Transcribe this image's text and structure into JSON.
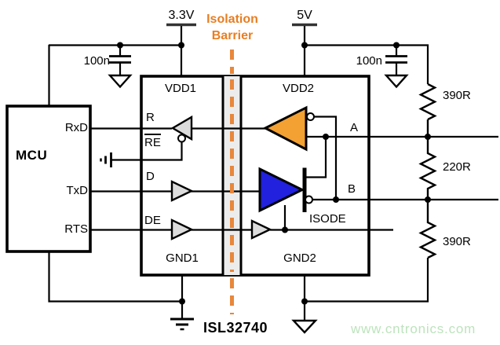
{
  "supplies": {
    "left": "3.3V",
    "right": "5V"
  },
  "barrier": {
    "line1": "Isolation",
    "line2": "Barrier"
  },
  "mcu": {
    "name": "MCU",
    "pin_rxd": "RxD",
    "pin_txd": "TxD",
    "pin_rts": "RTS"
  },
  "chip": {
    "part": "ISL32740",
    "vdd1": "VDD1",
    "vdd2": "VDD2",
    "gnd1": "GND1",
    "gnd2": "GND2",
    "pin_r": "R",
    "pin_re": "RE",
    "pin_d": "D",
    "pin_de": "DE",
    "pin_a": "A",
    "pin_b": "B",
    "pin_isode": "ISODE"
  },
  "capacitors": {
    "left": "100n",
    "right": "100n"
  },
  "resistors": {
    "top": "390R",
    "middle": "220R",
    "bottom": "390R"
  },
  "watermark": "www.cntronics.com",
  "colors": {
    "barrier_orange": "#E8873B",
    "receiver_fill": "#F2A132",
    "driver_fill": "#2121DE",
    "buffer_fill": "#DCDCDC",
    "watermark_green": "#BDE3BD"
  }
}
